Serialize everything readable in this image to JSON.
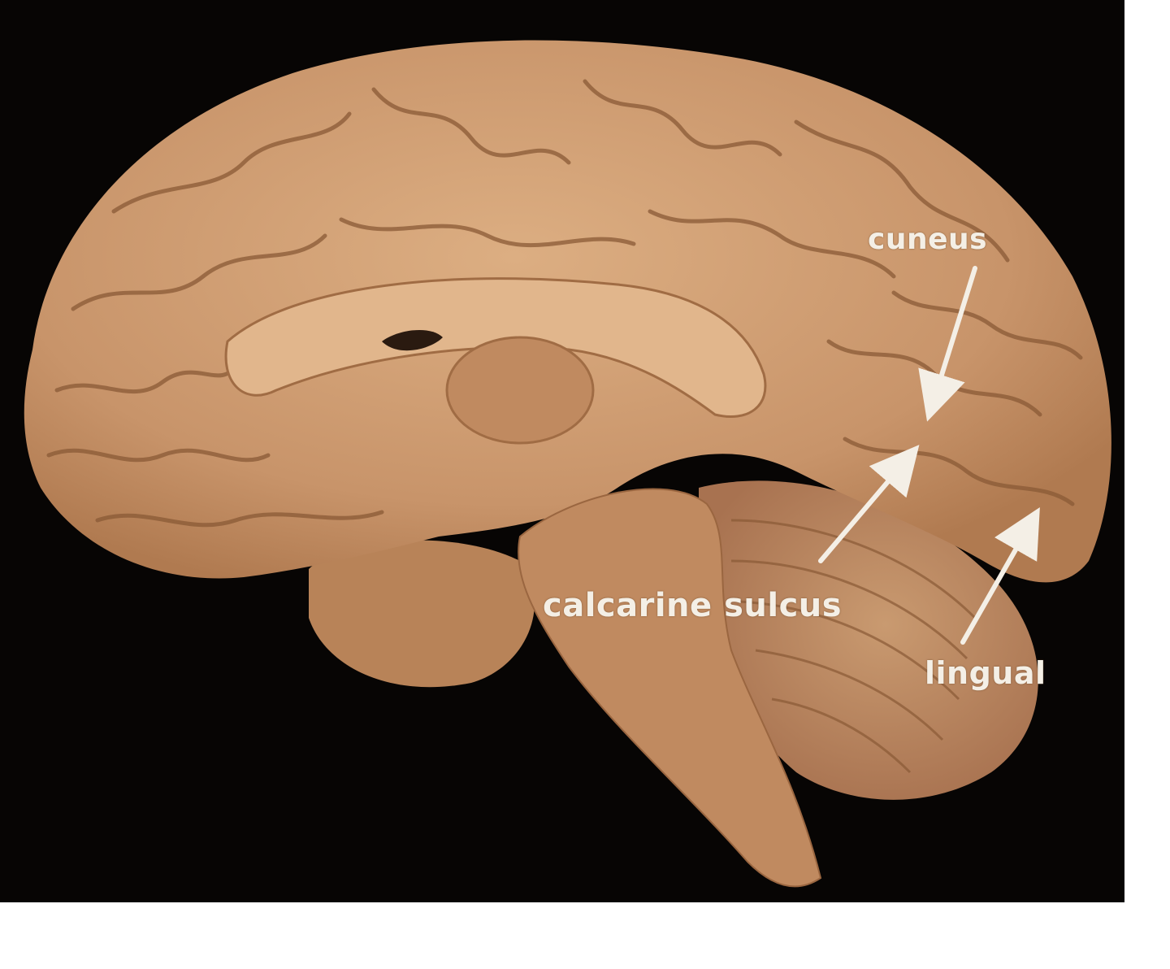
{
  "photo": {
    "subject": "brain-midsagittal-section",
    "colors": {
      "background": "#070504",
      "tissue": "#c8946a",
      "tissue_light": "#dcae82",
      "sulcus": "#8a5a36",
      "arrow": "#f4efe6"
    }
  },
  "labels": {
    "cuneus": "cuneus",
    "calcarine_sulcus": "calcarine sulcus",
    "lingual": "lingual"
  }
}
